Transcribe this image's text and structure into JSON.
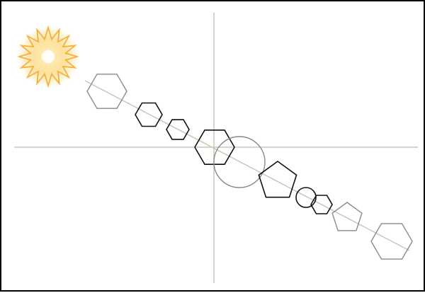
{
  "colors": {
    "background": "#ffffff",
    "border": "#000000",
    "axis_lines": "#c9c8b6",
    "sun_glow": "#fbd87a",
    "sun_core": "#ffffff",
    "sun_rays": "#f2b23a",
    "dark_shapes": "#111111",
    "light_shapes": "#8a8a8a"
  },
  "icons": [
    "sun-icon"
  ],
  "shapes": [
    {
      "kind": "hexagon",
      "tone": "light"
    },
    {
      "kind": "hexagon",
      "tone": "dark"
    },
    {
      "kind": "hexagon",
      "tone": "dark"
    },
    {
      "kind": "hexagon",
      "tone": "dark"
    },
    {
      "kind": "circle",
      "tone": "light"
    },
    {
      "kind": "pentagon",
      "tone": "dark"
    },
    {
      "kind": "circle",
      "tone": "dark"
    },
    {
      "kind": "hexagon",
      "tone": "dark"
    },
    {
      "kind": "pentagon",
      "tone": "light"
    },
    {
      "kind": "hexagon",
      "tone": "light"
    }
  ]
}
